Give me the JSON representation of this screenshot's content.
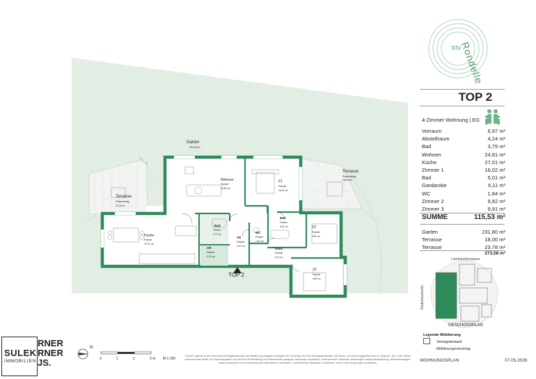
{
  "brand": {
    "name": "Rondelle",
    "numeral": "XIV"
  },
  "unit": {
    "title": "TOP 2",
    "subtitle": "4-Zimmer Wohnung | EG",
    "rooms": [
      {
        "name": "Vorraum",
        "area": "6,97",
        "unit": "m²"
      },
      {
        "name": "Abstellraum",
        "area": "4,24",
        "unit": "m²"
      },
      {
        "name": "Bad",
        "area": "3,79",
        "unit": "m²"
      },
      {
        "name": "Wohnen",
        "area": "24,81",
        "unit": "m²"
      },
      {
        "name": "Küche",
        "area": "27,01",
        "unit": "m²"
      },
      {
        "name": "Zimmer 1",
        "area": "16,02",
        "unit": "m²"
      },
      {
        "name": "Bad",
        "area": "5,01",
        "unit": "m²"
      },
      {
        "name": "Gardarobe",
        "area": "6,11",
        "unit": "m²"
      },
      {
        "name": "WC",
        "area": "1,84",
        "unit": "m²"
      },
      {
        "name": "Zimmer 2",
        "area": "9,82",
        "unit": "m²"
      },
      {
        "name": "Zimmer 3",
        "area": "9,91",
        "unit": "m²"
      }
    ],
    "sum": {
      "label": "SUMME",
      "value": "115,53 m²"
    },
    "outdoor": [
      {
        "name": "Garten",
        "area": "231,80",
        "unit": "m²"
      },
      {
        "name": "Terrasse",
        "area": "18,00",
        "unit": "m²"
      },
      {
        "name": "Terrasse",
        "area": "23,78",
        "unit": "m²"
      }
    ],
    "outdoor_total": "273,58 m²"
  },
  "plan_labels": {
    "garden": "Garten",
    "garden_area": "231,80 m²",
    "terrace_l": "Terrasse",
    "terrace_l_sub": "Plattenbelag",
    "terrace_l_area": "23,78 m²",
    "terrace_r": "Terrasse",
    "terrace_r_sub": "Plattenbelag",
    "terrace_r_area": "18,00 m²",
    "wohnen": "Wohnen",
    "wohnen_sub": "Parkett",
    "wohnen_area": "24,81 m²",
    "z1": "Z1",
    "z1_sub": "Parkett",
    "z1_area": "16,02 m²",
    "kueche": "Küche",
    "kueche_sub": "Parkett",
    "kueche_area": "27,01 m²",
    "bad1": "Bad",
    "bad1_sub": "Fliesen",
    "bad1_area": "3,79 m²",
    "vr": "VR",
    "vr_sub": "Parkett",
    "vr_area": "6,97 m²",
    "ar": "AR",
    "ar_sub": "Parkett",
    "ar_area": "4,24 m²",
    "wc": "WC",
    "wc_sub": "Fliesen",
    "wc_area": "1,84 m²",
    "bad2": "Bad",
    "bad2_sub": "Fliesen",
    "bad2_area": "5,01 m²",
    "z3": "Z3",
    "z3_sub": "Parkett",
    "z3_area": "9,91 m²",
    "gard": "Gard.",
    "gard_sub": "Parkett",
    "gard_area": "6,11 m²",
    "z2": "Z2",
    "z2_sub": "Parkett",
    "z2_area": "9,82 m²",
    "entry": "TOP 2"
  },
  "scale": {
    "ticks": [
      "0",
      "1",
      "2",
      "3 m"
    ],
    "ratio": "M 1:100",
    "north": "N"
  },
  "keyplan": {
    "title": "GESCHOSSPLAN",
    "street_top": "Landstraßengasse",
    "street_left": "Radetzkystraße"
  },
  "legend": {
    "title": "Legende Möblierung",
    "items": [
      "Vertragsbestand",
      "Möblierungsvorschlag"
    ]
  },
  "logos": {
    "sulek": "SULEK",
    "immobilien": "IMMOBILIEN",
    "partner": [
      "RNER",
      "RNER",
      "JS."
    ]
  },
  "footer": {
    "disclaimer": "Gemäß Legende ist die Einrichtung Vertragsbestandteil, die Möblierung hingegen ist lediglich ein Vorschlag und nicht Vertragsbestandteil. Alle Raum- und Wohnungsgrößen sind ca.-Angaben. Die in den Plänen vorkommenden Maße und Flächenangaben sind nicht für die Bestellung von Einbaumöbeln geeignet. Naturmaße erforderlich. Unverbindliche Planskizze. Änderungen infolge Bauausführung, Behördenauflagen, sowie konstruktiven und haustechnischen Maßnahmen vorbehalten. Unverbindliche Planskizze. Druckfehler, Irrtum sowie Änderungen vorbehalten.",
    "doc_label": "WOHNUNGSPLAN",
    "date": "07.05.2026"
  },
  "colors": {
    "accent": "#2f8a5a",
    "site": "#e2ede4",
    "wall": "#2f8a5a"
  }
}
